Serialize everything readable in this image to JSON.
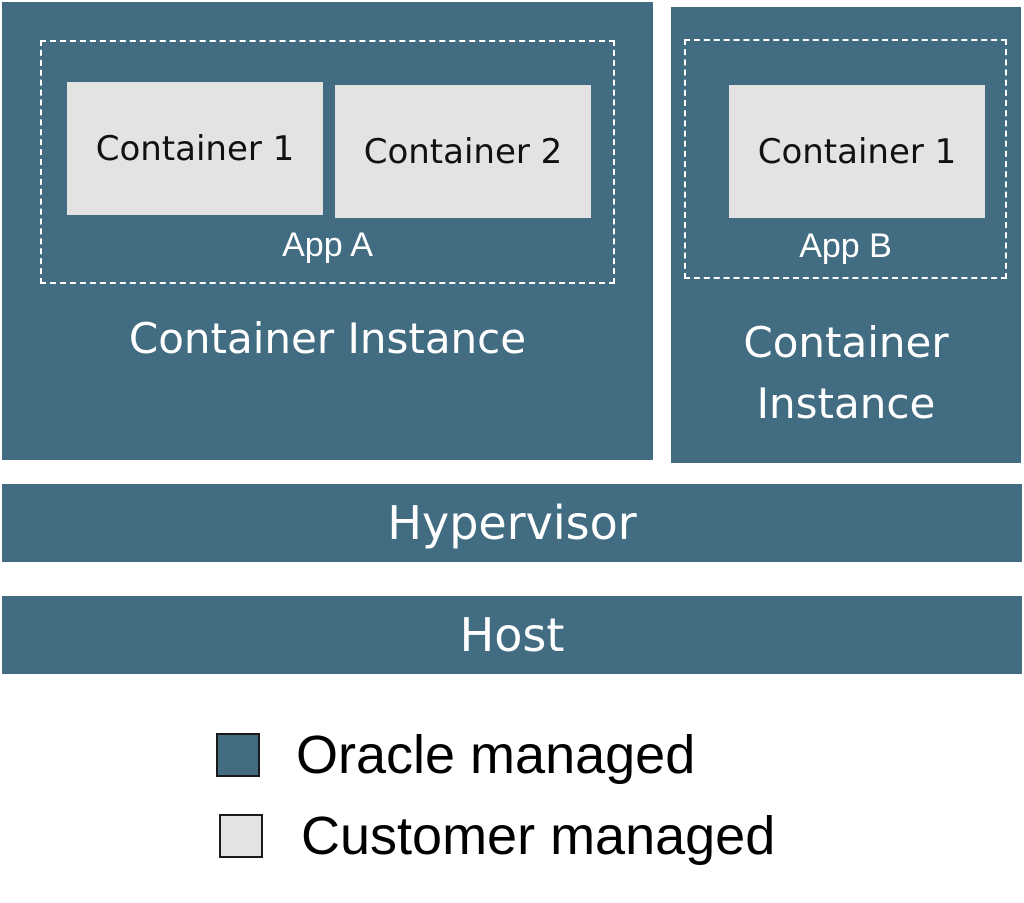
{
  "colors": {
    "oracle_managed": "#416c82",
    "customer_managed": "#e3e3e1"
  },
  "instances": [
    {
      "label": "Container Instance",
      "app": {
        "label": "App A",
        "containers": [
          "Container 1",
          "Container 2"
        ]
      }
    },
    {
      "label": "Container Instance",
      "app": {
        "label": "App B",
        "containers": [
          "Container 1"
        ]
      }
    }
  ],
  "layers": {
    "hypervisor": "Hypervisor",
    "host": "Host"
  },
  "legend": [
    {
      "label": "Oracle managed"
    },
    {
      "label": "Customer managed"
    }
  ]
}
